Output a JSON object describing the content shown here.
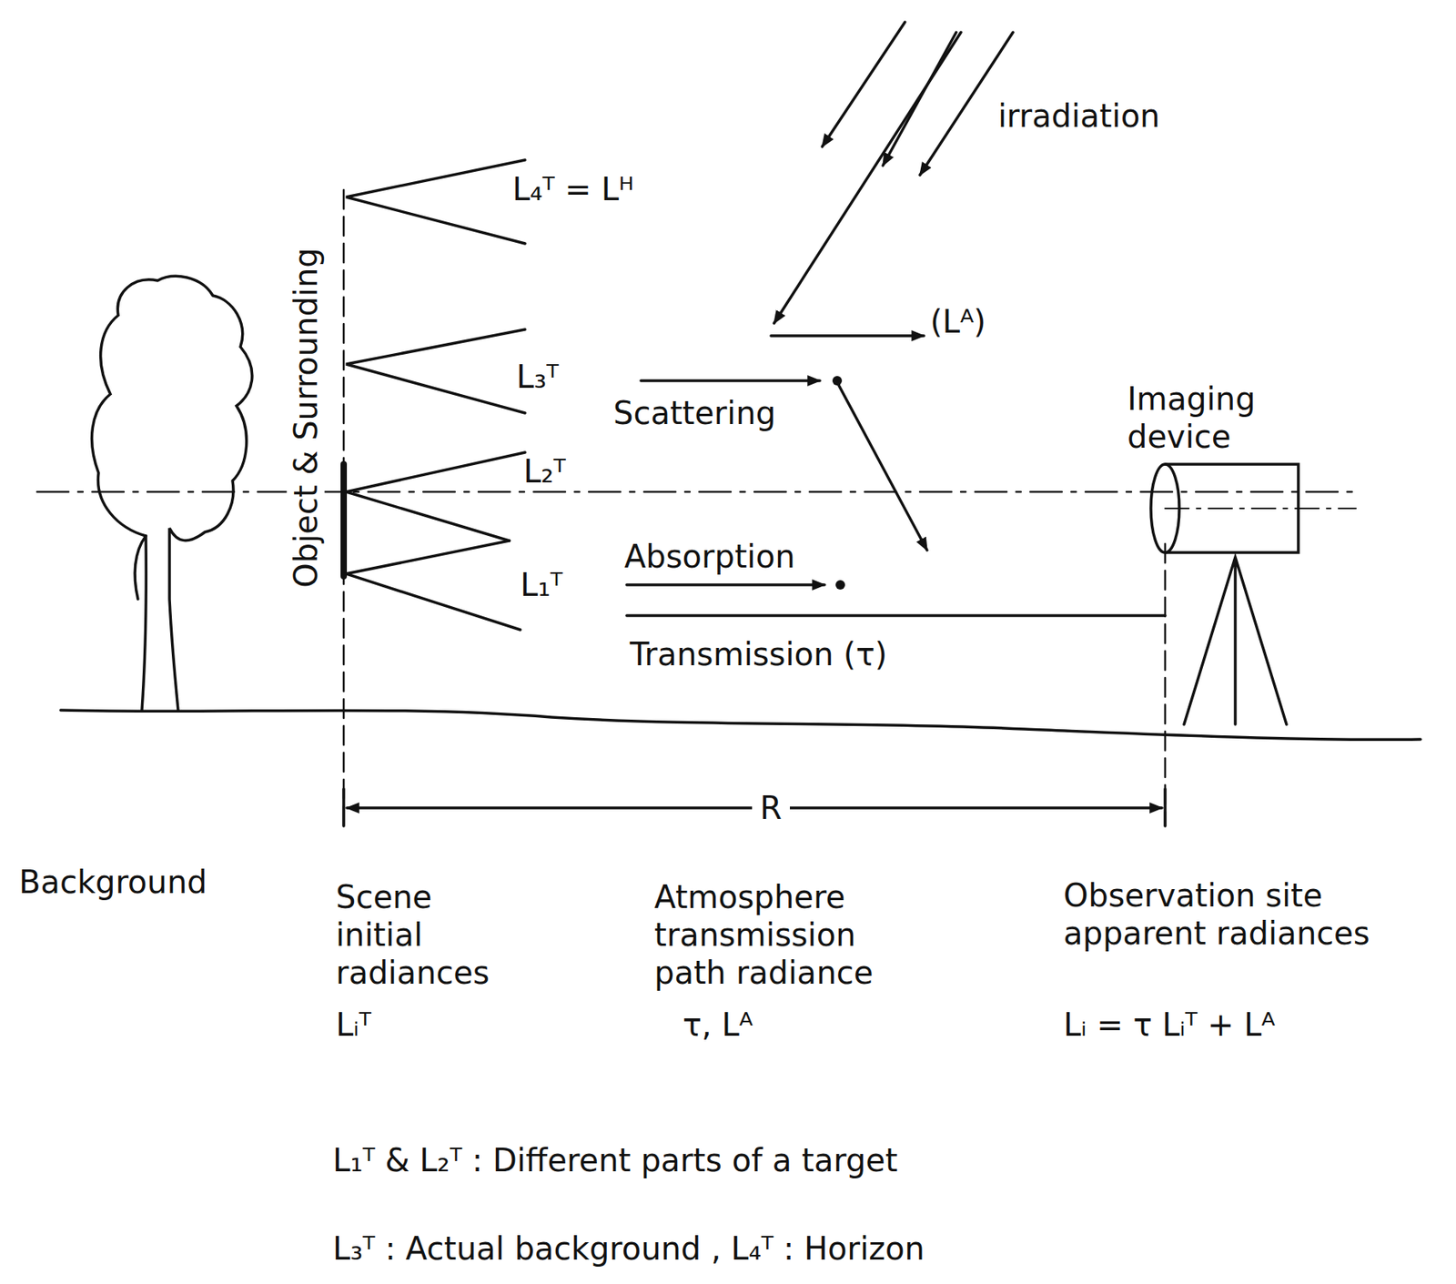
{
  "diagram": {
    "labels": [
      "irradiation",
      "L₄ᵀ = Lᴴ",
      "(Lᴬ)",
      "L₃ᵀ",
      "Scattering",
      "Imaging device",
      "L₂ᵀ",
      "Absorption",
      "L₁ᵀ",
      "Transmission (τ)",
      "Object & Surrounding",
      "R",
      "Background",
      "Scene initial radiances",
      "Lᵢᵀ",
      "Atmosphere transmission path radiance",
      "τ, Lᴬ",
      "Observation site apparent radiances",
      "Lᵢ = τ Lᵢᵀ + Lᴬ",
      "L₁ᵀ & L₂ᵀ : Different parts of a target",
      "L₃ᵀ : Actual background , L₄ᵀ : Horizon"
    ]
  }
}
